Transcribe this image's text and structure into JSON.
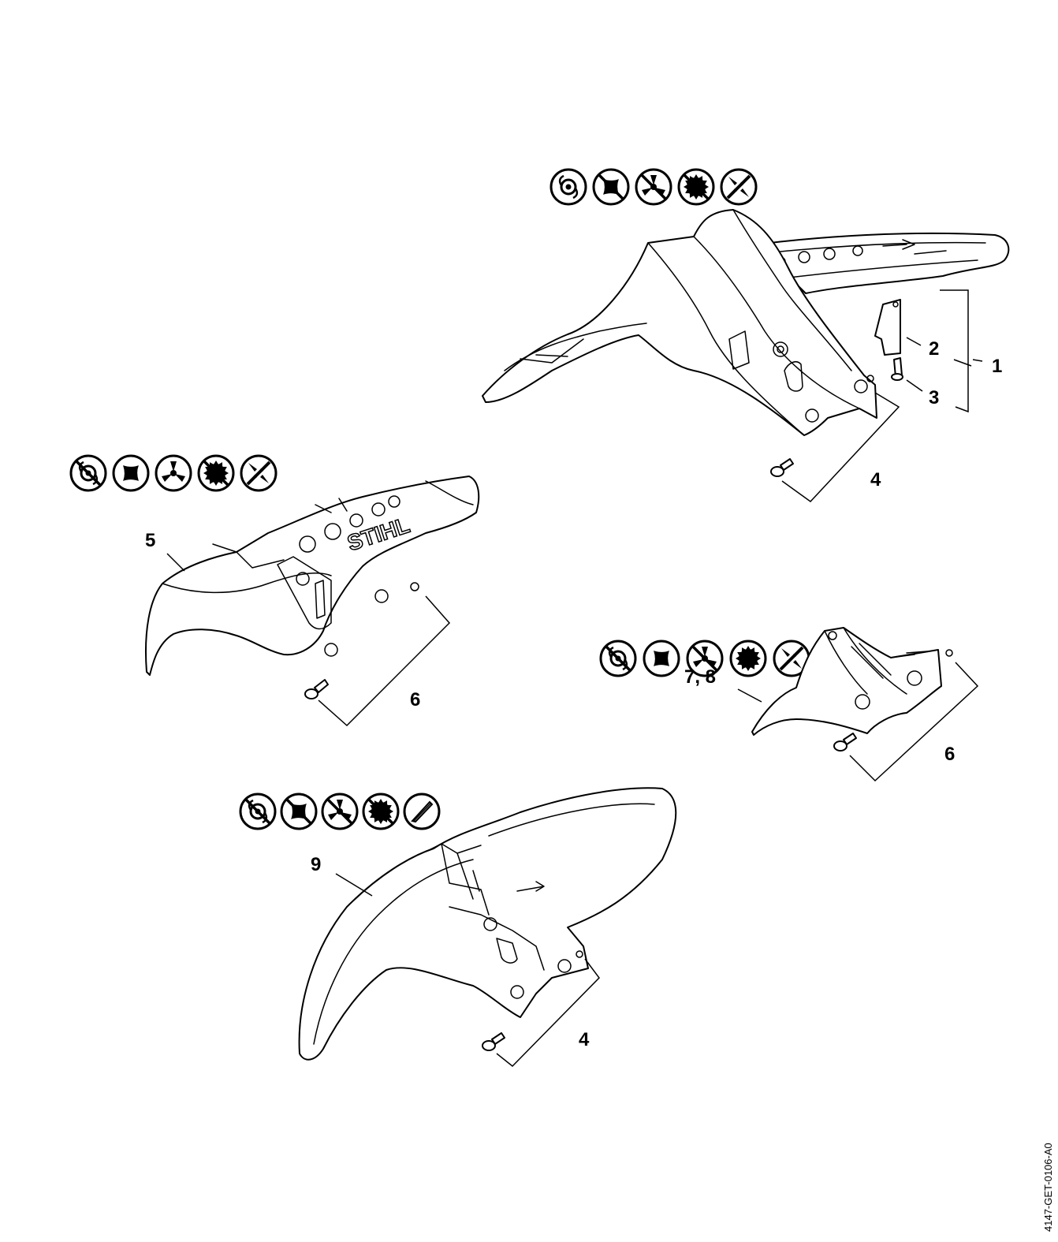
{
  "callouts": {
    "c1": "1",
    "c2": "2",
    "c3": "3",
    "c4a": "4",
    "c5": "5",
    "c6a": "6",
    "c78": "7, 8",
    "c6b": "6",
    "c9": "9",
    "c4b": "4"
  },
  "document_id": "4147-GET-0106-A0",
  "symbol_rows": [
    {
      "id": "row-1",
      "icons": [
        "trimmer-head-icon",
        "square-blade-icon",
        "three-tooth-blade-icon",
        "saw-blade-icon",
        "four-tooth-blade-icon"
      ]
    },
    {
      "id": "row-2",
      "icons": [
        "trimmer-head-icon",
        "square-blade-icon",
        "three-tooth-blade-icon",
        "saw-blade-icon",
        "four-tooth-blade-icon"
      ]
    },
    {
      "id": "row-3",
      "icons": [
        "trimmer-head-icon",
        "square-blade-icon",
        "three-tooth-blade-icon",
        "saw-blade-icon",
        "four-tooth-blade-icon"
      ]
    },
    {
      "id": "row-4",
      "icons": [
        "trimmer-head-icon",
        "square-blade-icon",
        "three-tooth-blade-icon",
        "saw-blade-icon",
        "brush-knife-icon"
      ]
    }
  ]
}
